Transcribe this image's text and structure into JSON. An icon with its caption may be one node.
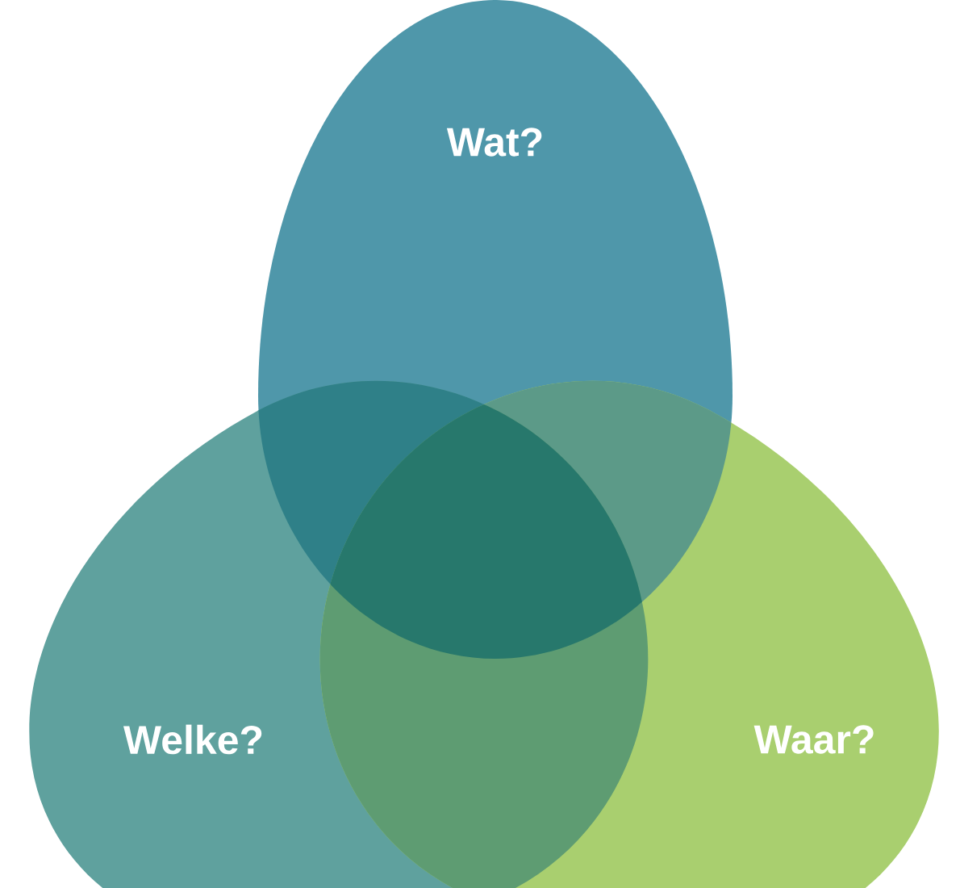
{
  "diagram": {
    "nodes": [
      {
        "text": [
          "Wat?"
        ]
      },
      {
        "text": [
          "Welke?"
        ]
      },
      {
        "text": [
          "Waar?"
        ]
      }
    ]
  }
}
